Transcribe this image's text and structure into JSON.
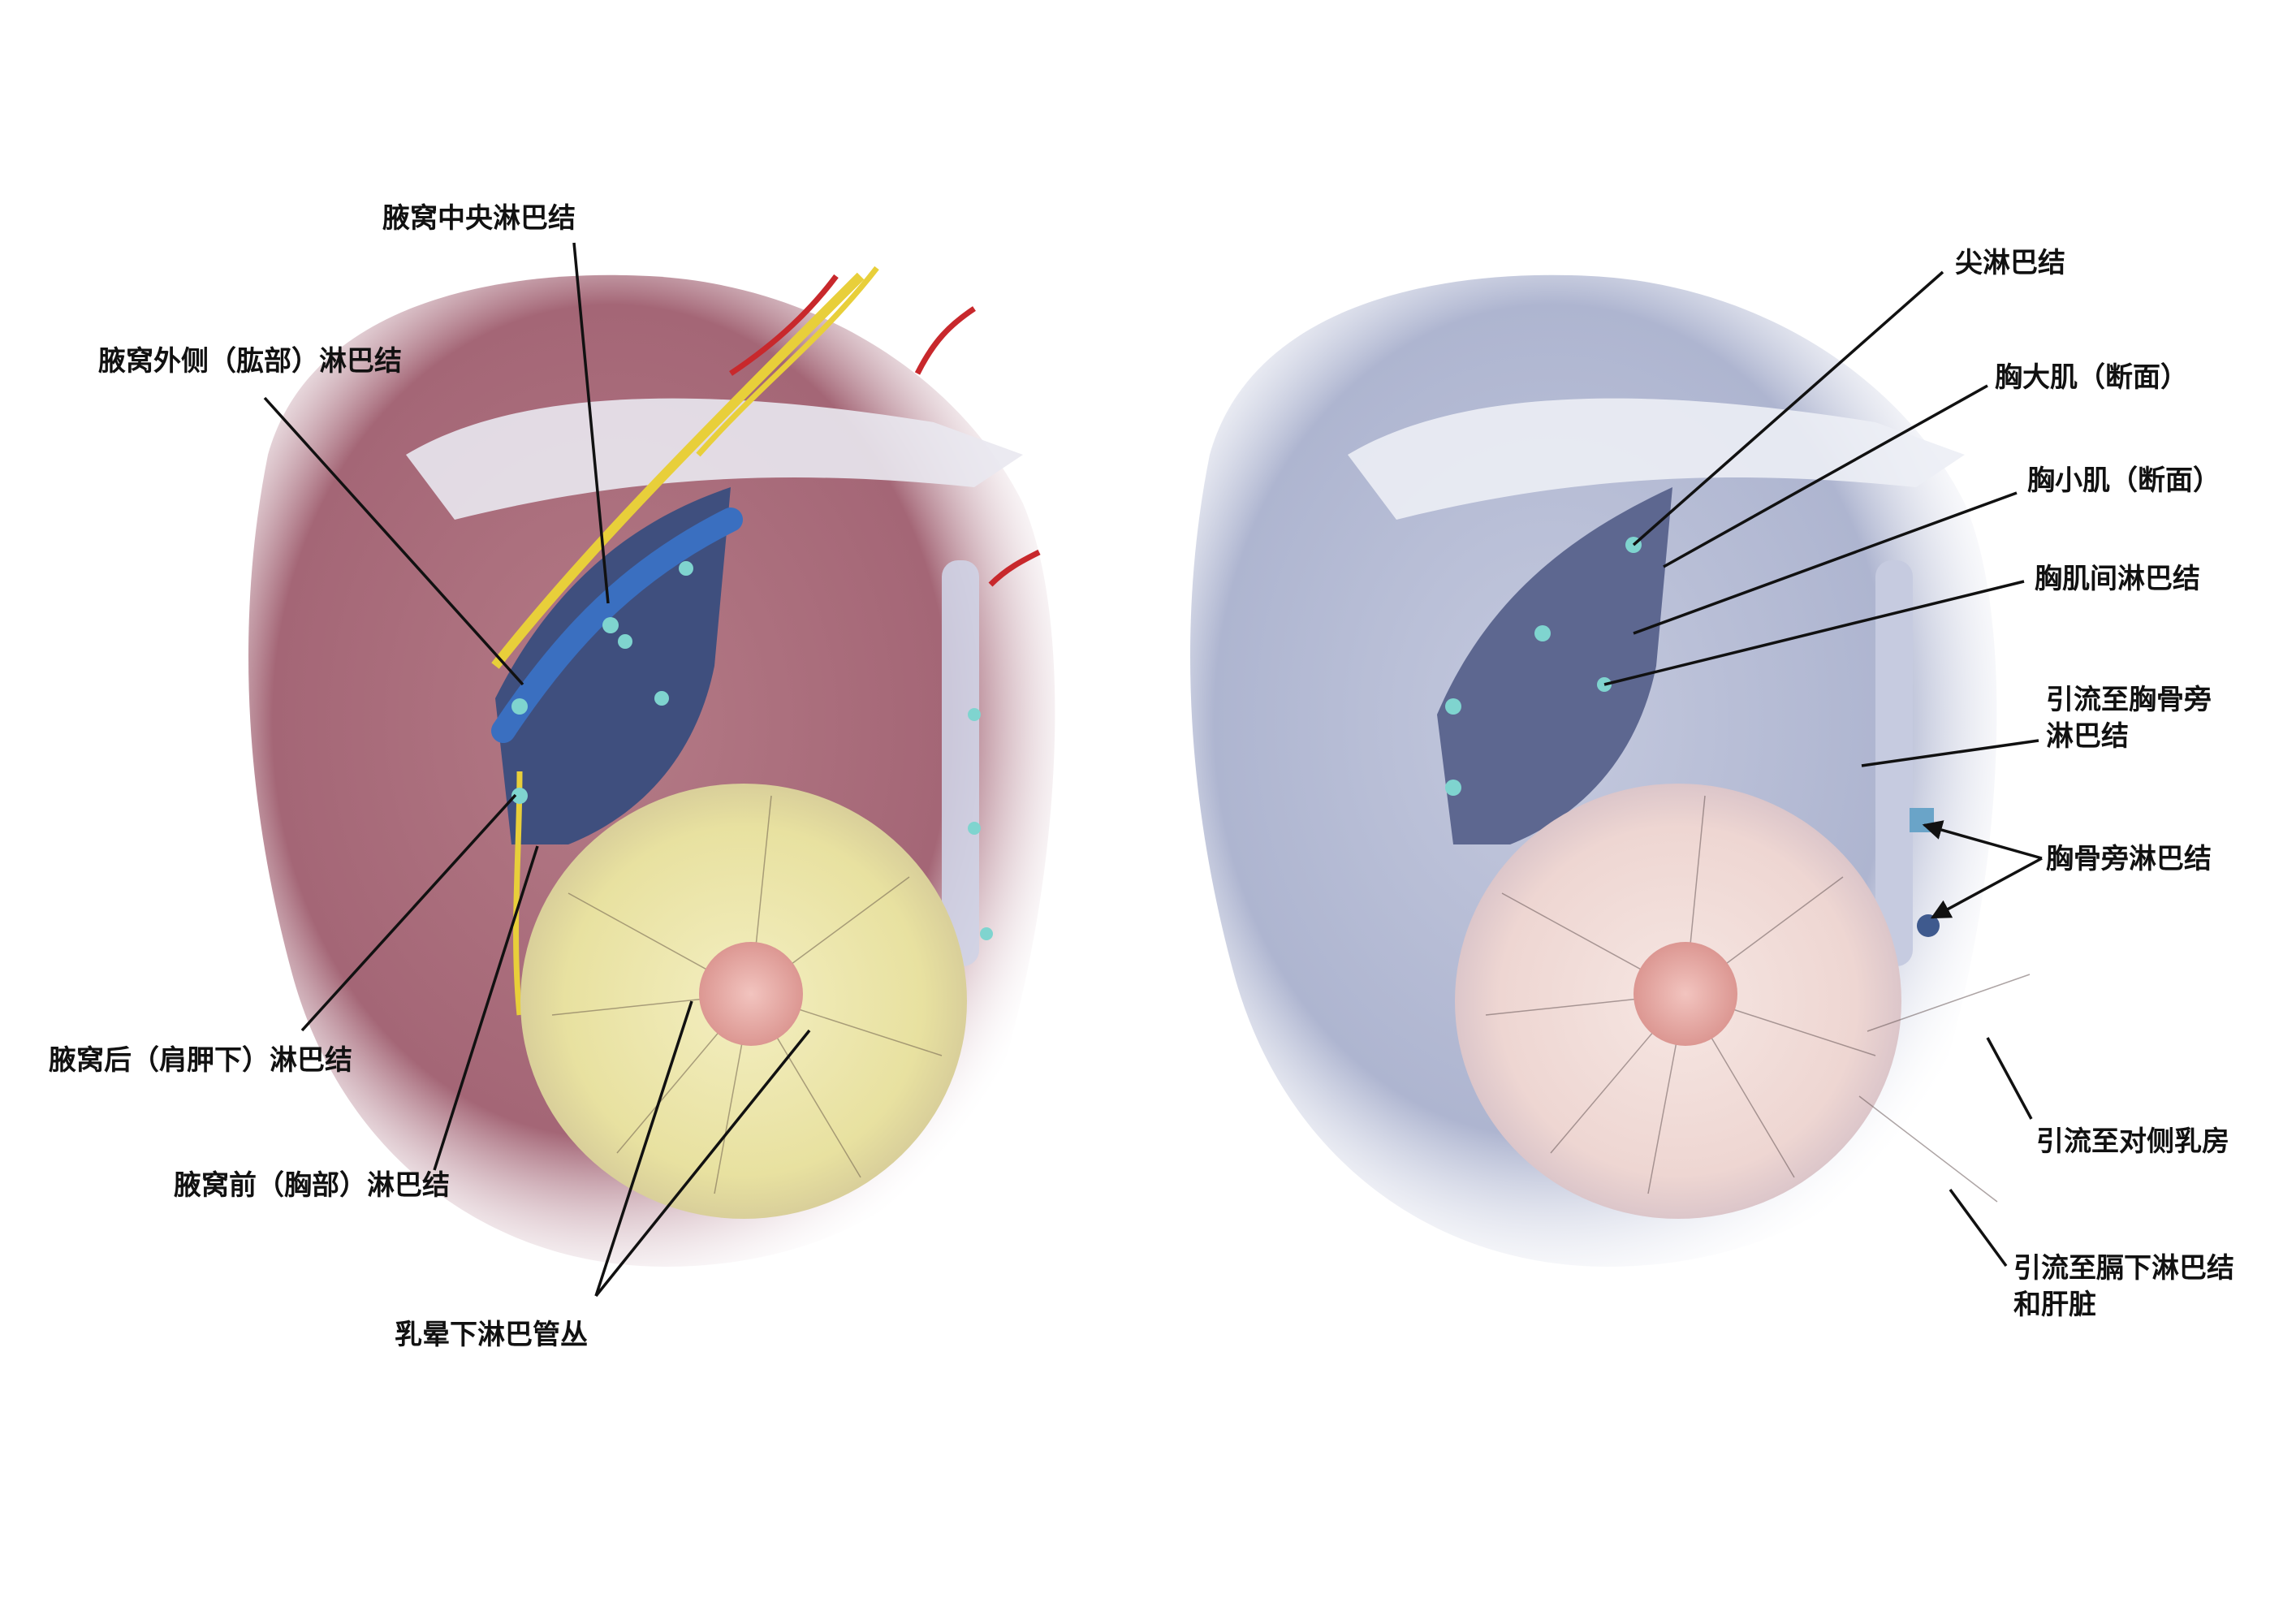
{
  "left_panel": {
    "labels": {
      "central": "腋窝中央淋巴结",
      "lateral": "腋窝外侧（肱部）淋巴结",
      "posterior": "腋窝后（肩胛下）淋巴结",
      "anterior": "腋窝前（胸部）淋巴结",
      "subareolar": "乳晕下淋巴管丛"
    }
  },
  "right_panel": {
    "labels": {
      "apical": "尖淋巴结",
      "pec_major": "胸大肌（断面）",
      "pec_minor": "胸小肌（断面）",
      "interpectoral": "胸肌间淋巴结",
      "parasternal_drain_line1": "引流至胸骨旁",
      "parasternal_drain_line2": "淋巴结",
      "parasternal": "胸骨旁淋巴结",
      "contralateral": "引流至对侧乳房",
      "subdiaphragm_line1": "引流至膈下淋巴结",
      "subdiaphragm_line2": "和肝脏"
    }
  },
  "colors": {
    "muscle_left": "#a86a78",
    "breast_left": "#ece6a8",
    "muscle_right": "#b7bdd6",
    "breast_right": "#f1dcd8",
    "nipple": "#e7a9a4",
    "vein": "#3a6fc0",
    "nerve": "#e8cf3a",
    "artery": "#c8282c",
    "node": "#7fd4cf"
  }
}
